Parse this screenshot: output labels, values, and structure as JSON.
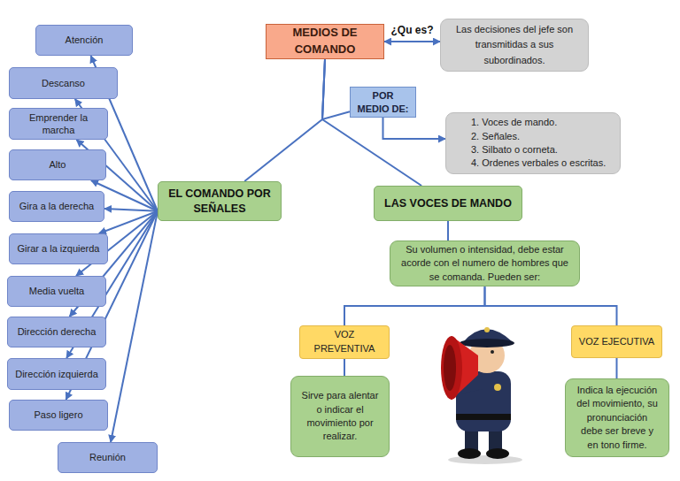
{
  "diagram": {
    "nodes": [
      {
        "text": [
          "MEDIOS DE COMANDO"
        ]
      },
      {
        "text": [
          "Las decisiones del jefe son transmitidas a sus subordinados."
        ]
      },
      {
        "text": [
          "POR MEDIO DE:"
        ]
      },
      {
        "text": [
          "1. Voces de mando.",
          "2. Señales.",
          "3. Silbato o corneta.",
          "4. Ordenes verbales o escritas."
        ]
      },
      {
        "text": [
          "EL COMANDO POR SEÑALES"
        ]
      },
      {
        "text": [
          "LAS VOCES DE MANDO"
        ]
      },
      {
        "text": [
          "Atención"
        ]
      },
      {
        "text": [
          "Descanso"
        ]
      },
      {
        "text": [
          "Emprender la marcha"
        ]
      },
      {
        "text": [
          "Alto"
        ]
      },
      {
        "text": [
          "Gira a la derecha"
        ]
      },
      {
        "text": [
          "Girar a la izquierda"
        ]
      },
      {
        "text": [
          "Media vuelta"
        ]
      },
      {
        "text": [
          "Dirección derecha"
        ]
      },
      {
        "text": [
          "Dirección izquierda"
        ]
      },
      {
        "text": [
          "Paso ligero"
        ]
      },
      {
        "text": [
          "Reunión"
        ]
      },
      {
        "text": [
          "Su volumen o intensidad, debe estar acorde con el numero de hombres que se comanda. Pueden ser:"
        ]
      },
      {
        "text": [
          "VOZ PREVENTIVA"
        ]
      },
      {
        "text": [
          "VOZ EJECUTIVA"
        ]
      },
      {
        "text": [
          "Sirve para alentar o indicar el movimiento por realizar."
        ]
      },
      {
        "text": [
          "Indica la ejecución del movimiento, su pronunciación debe ser breve y en tono firme."
        ]
      }
    ],
    "edges": [
      {
        "from": 0,
        "to": 1,
        "label": "¿Qu es?",
        "arrow": "both"
      },
      {
        "from": 0,
        "to": 2,
        "arrow": "none"
      },
      {
        "from": 0,
        "to": 4,
        "arrow": "none"
      },
      {
        "from": 0,
        "to": 5,
        "arrow": "none"
      },
      {
        "from": 2,
        "to": 3,
        "arrow": "to"
      },
      {
        "from": 4,
        "to": 6,
        "arrow": "to"
      },
      {
        "from": 4,
        "to": 7,
        "arrow": "to"
      },
      {
        "from": 4,
        "to": 8,
        "arrow": "to"
      },
      {
        "from": 4,
        "to": 9,
        "arrow": "to"
      },
      {
        "from": 4,
        "to": 10,
        "arrow": "to"
      },
      {
        "from": 4,
        "to": 11,
        "arrow": "to"
      },
      {
        "from": 4,
        "to": 12,
        "arrow": "to"
      },
      {
        "from": 4,
        "to": 13,
        "arrow": "to"
      },
      {
        "from": 4,
        "to": 14,
        "arrow": "to"
      },
      {
        "from": 4,
        "to": 15,
        "arrow": "to"
      },
      {
        "from": 4,
        "to": 16,
        "arrow": "to"
      },
      {
        "from": 5,
        "to": 17,
        "arrow": "none"
      },
      {
        "from": 17,
        "to": 18,
        "arrow": "none"
      },
      {
        "from": 17,
        "to": 19,
        "arrow": "none"
      },
      {
        "from": 18,
        "to": 20,
        "arrow": "none"
      },
      {
        "from": 19,
        "to": 21,
        "arrow": "none"
      }
    ]
  }
}
